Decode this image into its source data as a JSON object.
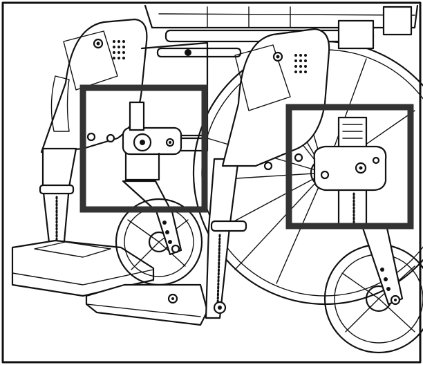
{
  "illustration": {
    "subject": "wheelchair-front-caster-assembly",
    "line_color": "#111111",
    "background": "#ffffff",
    "highlight_color": "#333333",
    "highlights": [
      {
        "name": "left-caster-fork-mount"
      },
      {
        "name": "right-caster-fork-mount"
      }
    ]
  }
}
